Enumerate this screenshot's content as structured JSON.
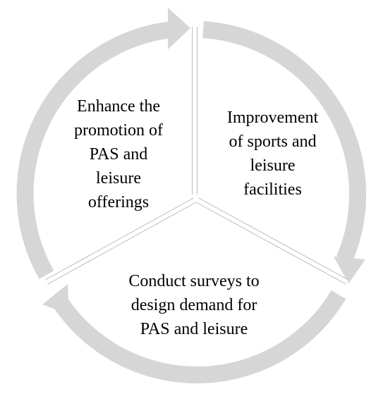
{
  "diagram": {
    "type": "cycle",
    "colors": {
      "arrow": "#d6d6d6",
      "divider_edge": "#bdbdbd",
      "background": "#ffffff",
      "text": "#000000"
    },
    "segments": [
      {
        "id": "top-left",
        "lines": [
          "Enhance the",
          "promotion of",
          "PAS and",
          "leisure",
          "offerings"
        ]
      },
      {
        "id": "top-right",
        "lines": [
          "Improvement",
          "of sports and",
          "leisure",
          "facilities"
        ]
      },
      {
        "id": "bottom",
        "lines": [
          "Conduct surveys to",
          "design demand for",
          "PAS and leisure"
        ]
      }
    ]
  }
}
